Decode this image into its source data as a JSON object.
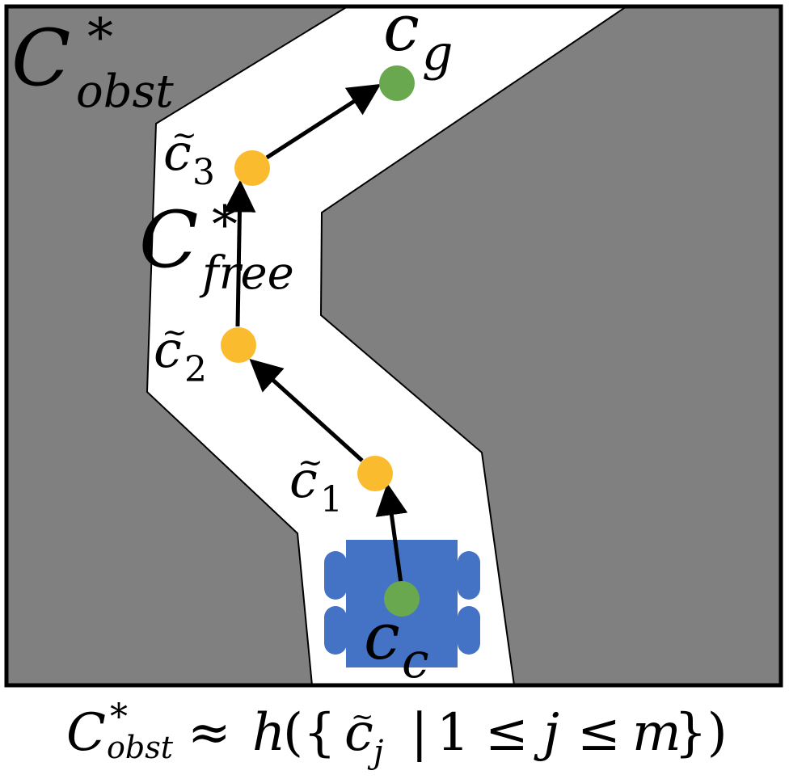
{
  "labels": {
    "obst_main": "C",
    "obst_star": "*",
    "obst_sub": "obst",
    "free_main": "C",
    "free_star": "*",
    "free_sub": "free",
    "goal_main": "c",
    "goal_sub": "g",
    "current_main": "c",
    "current_sub": "c",
    "wp1_main": "c",
    "wp1_sub": "1",
    "wp2_main": "c",
    "wp2_sub": "2",
    "wp3_main": "c",
    "wp3_sub": "3",
    "tilde": "~"
  },
  "formula": {
    "C": "C",
    "star": "*",
    "sub": "obst",
    "approx": "≈",
    "h": "h",
    "open": "({",
    "c": "c",
    "j_sub": "j",
    "bar": "|",
    "one": "1",
    "leq1": "≤",
    "j": "j",
    "leq2": "≤",
    "m": "m",
    "close": "})"
  },
  "colors": {
    "obstacle": "#808080",
    "free_space": "#ffffff",
    "border": "#000000",
    "waypoint": "#fbbb2e",
    "endpoint": "#6aa84f",
    "robot": "#4472c4",
    "arrow": "#000000"
  }
}
